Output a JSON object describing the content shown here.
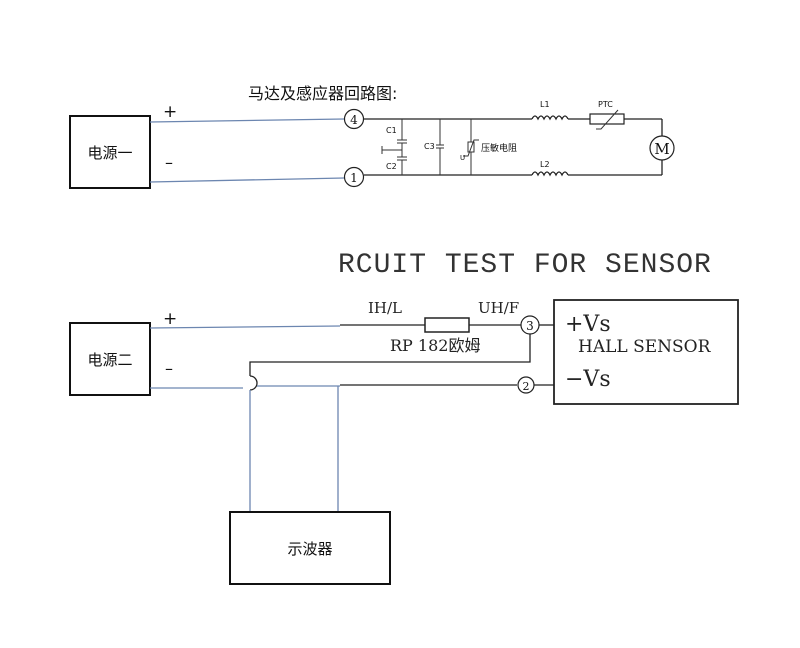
{
  "top_circuit": {
    "title": "马达及感应器回路图:",
    "power_box_label": "电源一",
    "plus_sign": "+",
    "minus_sign": "–",
    "terminal_top": "4",
    "terminal_bottom": "1",
    "c1_label": "C1",
    "c2_label": "C2",
    "c3_label": "C3",
    "u_label": "U",
    "varistor_label": "压敏电阻",
    "l1_label": "L1",
    "l2_label": "L2",
    "ptc_label": "PTC",
    "motor_label": "M"
  },
  "bottom_circuit": {
    "title": "RCUIT TEST FOR SENSOR",
    "power_box_label": "电源二",
    "plus_sign": "+",
    "minus_sign": "–",
    "ih_label": "IH/L",
    "uh_label": "UH/F",
    "rp_label": "RP 182欧姆",
    "terminal_3": "3",
    "terminal_2": "2",
    "sensor_vs_plus": "+Vs",
    "sensor_name": "HALL SENSOR",
    "sensor_vs_minus": "−Vs",
    "scope_label": "示波器"
  }
}
